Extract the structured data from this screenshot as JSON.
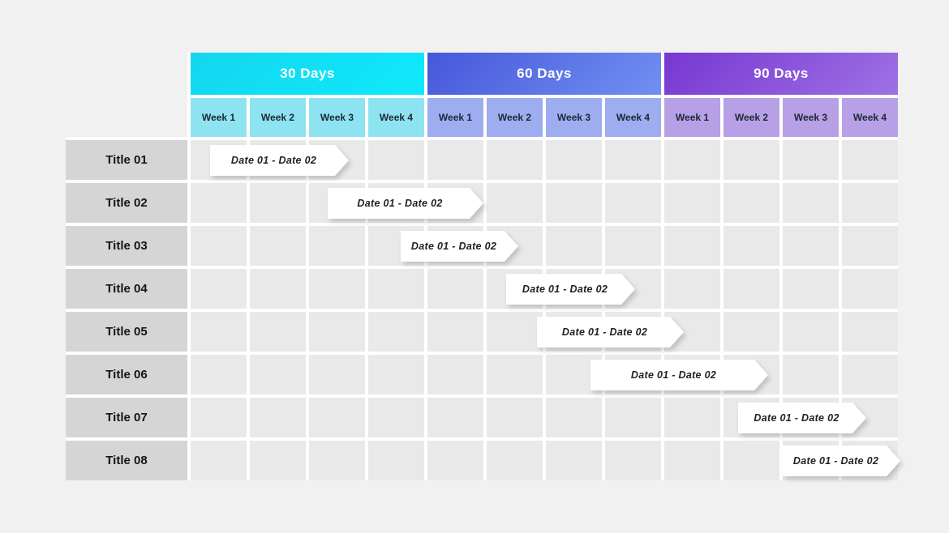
{
  "page": {
    "background": "#f1f1f2"
  },
  "chart_data": {
    "type": "gantt",
    "timeline_unit": "week",
    "total_weeks": 12,
    "phases": [
      {
        "label": "30 Days",
        "header_gradient": [
          "#13d6ee",
          "#0fe9fc"
        ],
        "week_cell_color": "#8ee3f1",
        "weeks": [
          "Week 1",
          "Week 2",
          "Week 3",
          "Week 4"
        ]
      },
      {
        "label": "60 Days",
        "header_gradient": [
          "#4757da",
          "#7190f2"
        ],
        "week_cell_color": "#9dadf0",
        "weeks": [
          "Week 1",
          "Week 2",
          "Week 3",
          "Week 4"
        ]
      },
      {
        "label": "90 Days",
        "header_gradient": [
          "#7737d2",
          "#9e71e4"
        ],
        "week_cell_color": "#b7a0e5",
        "weeks": [
          "Week 1",
          "Week 2",
          "Week 3",
          "Week 4"
        ]
      }
    ],
    "tasks": [
      {
        "title": "Title 01",
        "bar_label": "Date 01 - Date 02",
        "start_week": 0.33,
        "end_week": 2.69
      },
      {
        "title": "Title 02",
        "bar_label": "Date 01 - Date 02",
        "start_week": 2.32,
        "end_week": 4.96
      },
      {
        "title": "Title 03",
        "bar_label": "Date 01 - Date 02",
        "start_week": 3.56,
        "end_week": 5.55
      },
      {
        "title": "Title 04",
        "bar_label": "Date 01 - Date 02",
        "start_week": 5.36,
        "end_week": 7.55
      },
      {
        "title": "Title 05",
        "bar_label": "Date 01 - Date 02",
        "start_week": 5.87,
        "end_week": 8.36
      },
      {
        "title": "Title 06",
        "bar_label": "Date 01 - Date 02",
        "start_week": 6.78,
        "end_week": 9.8
      },
      {
        "title": "Title 07",
        "bar_label": "Date 01 - Date 02",
        "start_week": 9.29,
        "end_week": 11.46
      },
      {
        "title": "Title 08",
        "bar_label": "Date 01 - Date 02",
        "start_week": 10.05,
        "end_week": 12.04
      }
    ],
    "colors": {
      "title_cell": "#d5d5d5",
      "grid_cell": "#e9e9ea",
      "bar_fill": "#ffffff",
      "bar_text": "#222222",
      "week_text": "#1d2733",
      "phase_text": "#ffffff",
      "gap": "#ffffff"
    }
  }
}
